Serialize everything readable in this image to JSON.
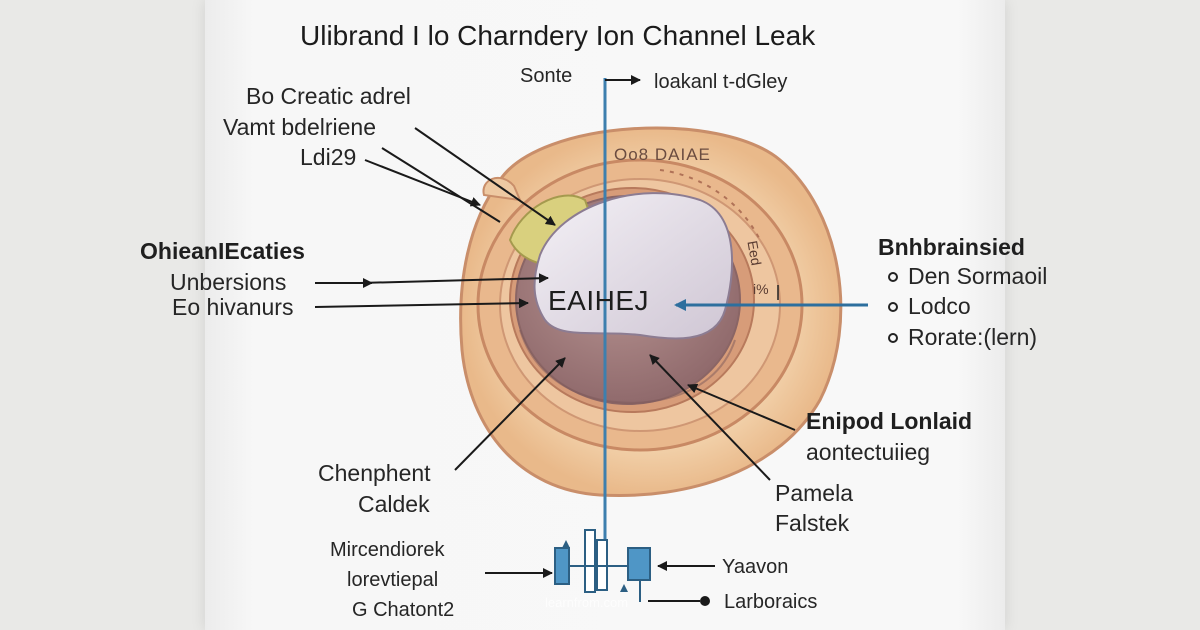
{
  "title": "Ulibrand I lo Charndery Ion Channel Leak",
  "top_labels": {
    "left": "Sonte",
    "right": "loakanl t-dGley"
  },
  "left_top_block": {
    "line1": "Bo Creatic adrel",
    "line2": "Vamt bdelriene",
    "line3": "Ldi29"
  },
  "left_mid_block": {
    "line1": "OhieanIEcaties",
    "line2": "Unbersions",
    "line3": "Eo hivanurs"
  },
  "left_bottom_block": {
    "line1": "Chenphent",
    "line2": "Caldek"
  },
  "left_footer_block": {
    "line1": "Mircendiorek",
    "line2": "lorevtiepal",
    "line3": "G Chatont2"
  },
  "right_top_block": {
    "heading": "Bnhbrainsied",
    "items": [
      "Den Sormaoil",
      "Lodco",
      "Rorate:(lern)"
    ]
  },
  "right_mid_block": {
    "line1": "Enipod Lonlaid",
    "line2": "aontectuiieg"
  },
  "right_bottom_block": {
    "line1": "Pamela",
    "line2": "Falstek"
  },
  "right_footer_block": {
    "line1": "Yaavon",
    "line2": "Larboraics"
  },
  "center": {
    "label": "EAIHEJ",
    "ring_text": "Oo8 DAIAE",
    "ring_side_text": "Eed",
    "ring_side_small": "i%"
  },
  "watermark": "learnfrom.com",
  "colors": {
    "outer_ring": "#f0c79a",
    "middle_ring": "#e7b486",
    "inner_ring": "#d8a07a",
    "mauve_disc": "#a88282",
    "center_blob": "#dcd6de",
    "olive_patch": "#d7cf7c",
    "channel_blue": "#4a8ab8"
  }
}
